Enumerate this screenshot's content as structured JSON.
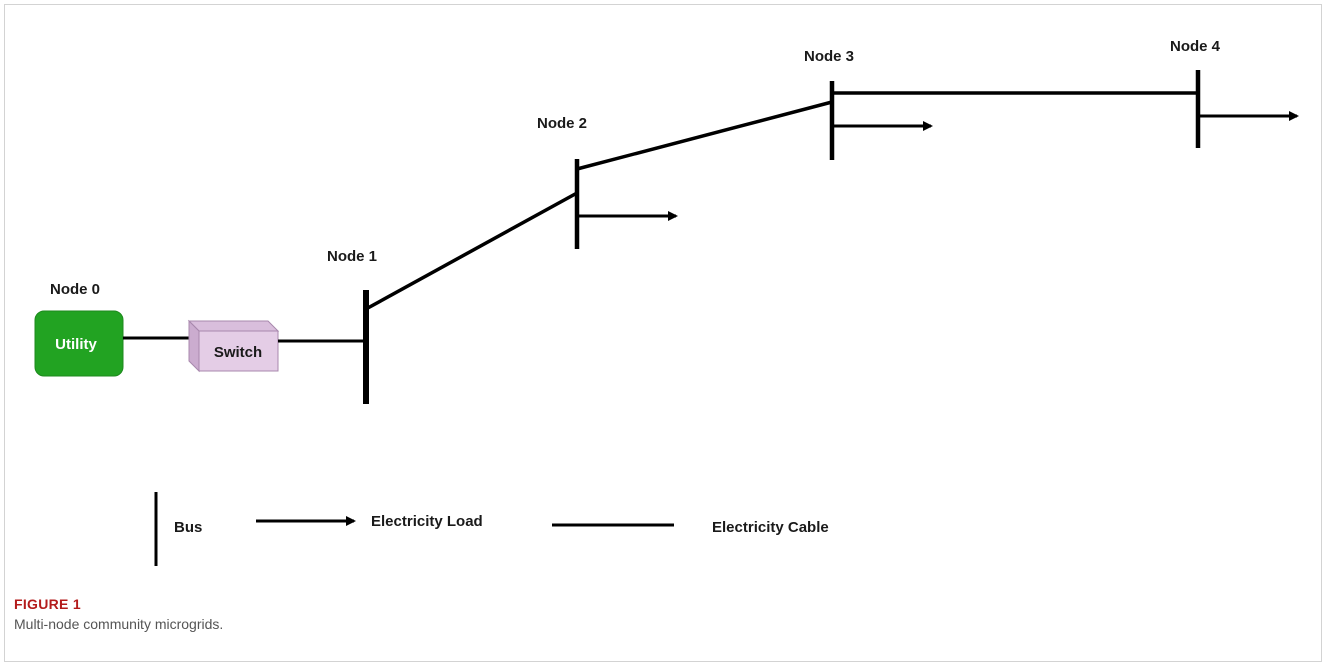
{
  "diagram": {
    "nodes": {
      "node0": "Node 0",
      "node1": "Node 1",
      "node2": "Node 2",
      "node3": "Node 3",
      "node4": "Node 4"
    },
    "utility_label": "Utility",
    "switch_label": "Switch",
    "legend": {
      "bus": "Bus",
      "load": "Electricity Load",
      "cable": "Electricity Cable"
    },
    "colors": {
      "utility_fill": "#22a322",
      "utility_border": "#1e8a1e",
      "switch_fill": "#e4cde6",
      "switch_border": "#a888ad",
      "line": "#000000",
      "caption_label": "#b31b1b"
    }
  },
  "caption": {
    "label": "FIGURE 1",
    "text": "Multi-node community microgrids."
  }
}
